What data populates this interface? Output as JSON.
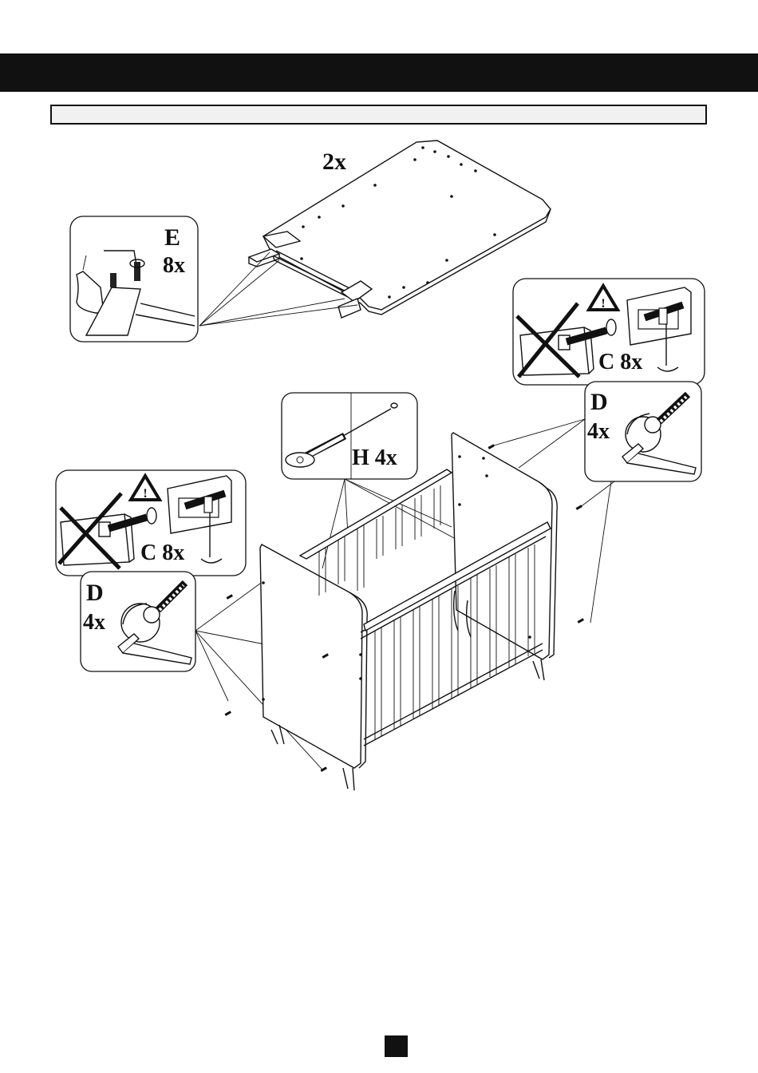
{
  "header": {
    "bar_color": "#111111"
  },
  "title_box": {
    "text": "",
    "fill": "#f1f1f1"
  },
  "step": {
    "board_quantity": "2x",
    "callout_e": {
      "letter": "E",
      "quantity": "8x"
    },
    "callout_h": {
      "text": "H 4x"
    },
    "callout_c_right": {
      "text": "C 8x"
    },
    "callout_c_left": {
      "text": "C 8x"
    },
    "callout_d_right": {
      "letter": "D",
      "quantity": "4x"
    },
    "callout_d_left": {
      "letter": "D",
      "quantity": "4x"
    }
  },
  "icons": [
    "warning-triangle-icon",
    "cross-out-icon",
    "allen-key-icon",
    "cam-lock-icon",
    "screw-icon",
    "dowel-icon"
  ],
  "page_marker": {
    "color": "#111111"
  }
}
